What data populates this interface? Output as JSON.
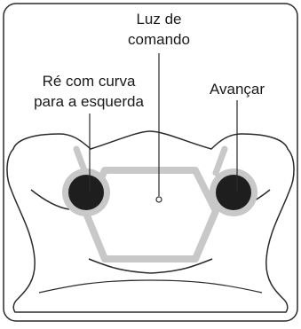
{
  "labels": {
    "command_light_line1": "Luz de",
    "command_light_line2": "comando",
    "reverse_left_line1": "Ré com curva",
    "reverse_left_line2": "para a esquerda",
    "forward": "Avançar"
  },
  "colors": {
    "outline": "#2a2a2a",
    "panel": "#c8c8c8",
    "button": "#1e1e1e",
    "background": "#ffffff"
  }
}
